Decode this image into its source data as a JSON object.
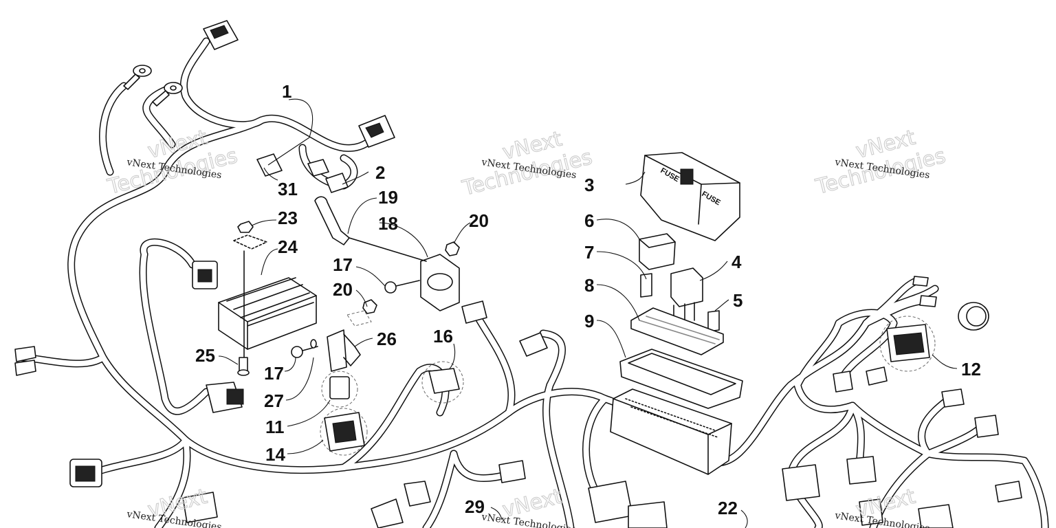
{
  "diagram": {
    "callouts": [
      "1",
      "2",
      "3",
      "4",
      "5",
      "6",
      "7",
      "8",
      "9",
      "11",
      "12",
      "14",
      "16",
      "17",
      "17",
      "18",
      "19",
      "20",
      "20",
      "22",
      "23",
      "24",
      "25",
      "26",
      "27",
      "29",
      "31"
    ],
    "watermark": {
      "line1": "vNext Technologies",
      "line2": "vNext",
      "line3": "Technologies"
    },
    "fuse_box_labels": [
      "FUSE",
      "FUSE"
    ]
  }
}
